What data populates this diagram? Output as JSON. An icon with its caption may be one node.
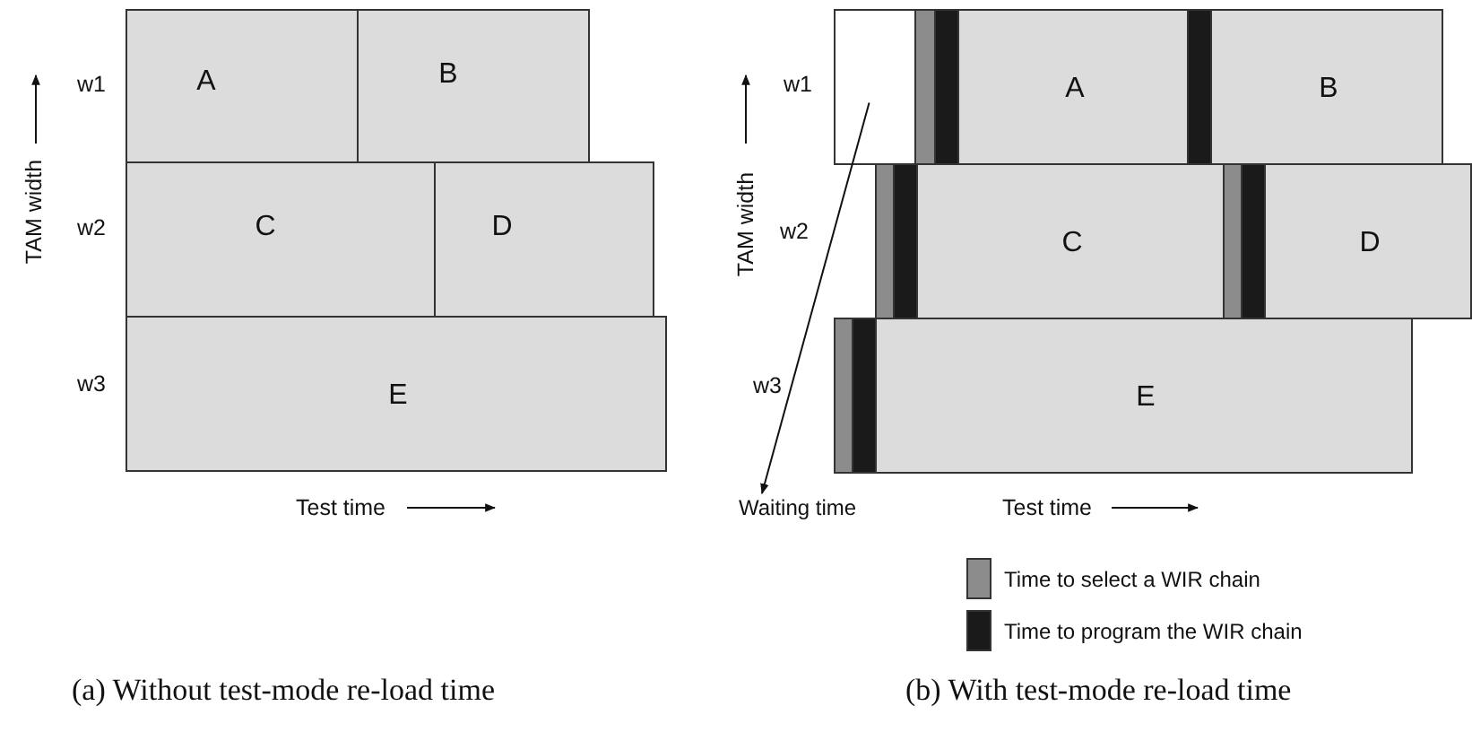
{
  "diagram": {
    "nodes": [
      {
        "text": [
          "A"
        ]
      },
      {
        "text": [
          "B"
        ]
      },
      {
        "text": [
          "C"
        ]
      },
      {
        "text": [
          "D"
        ]
      },
      {
        "text": [
          "E"
        ]
      },
      {
        "text": [],
        "shape": "box"
      },
      {
        "text": [
          "A"
        ]
      },
      {
        "text": [
          "B"
        ]
      },
      {
        "text": [
          "C"
        ]
      },
      {
        "text": [
          "D"
        ]
      },
      {
        "text": [
          "E"
        ]
      },
      {
        "text": [
          "Waiting time"
        ]
      }
    ],
    "edges": [
      {
        "from": 5,
        "to": 11,
        "arrow": "to"
      }
    ],
    "labels": [
      "w1",
      "w2",
      "w3",
      "TAM width",
      "Test time",
      "w1",
      "w2",
      "w3",
      "TAM width",
      "Test time",
      "(a) Without test-mode re-load time",
      "(b) With test-mode re-load time"
    ],
    "legend": [
      {
        "text": "Time to select a WIR chain",
        "color": "#8c8c8c"
      },
      {
        "text": "Time to program the WIR chain",
        "color": "#1a1a1a"
      }
    ]
  }
}
